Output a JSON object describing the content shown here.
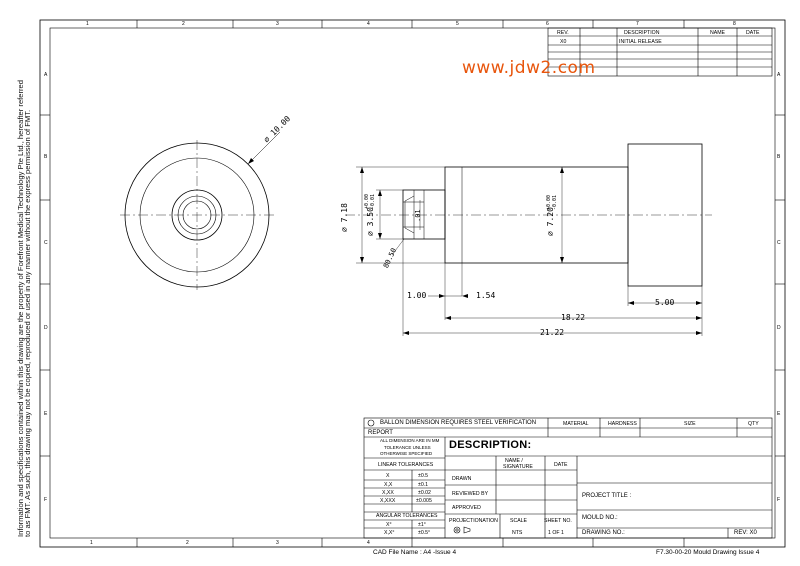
{
  "side_note": {
    "line1": "Information and specifications contained within this drawing are the property of Forefront Medical Technology Pte Ltd., hereafter referred",
    "line2": "to as FMT. As such, this drawing may not be copied, reproduced or used in any manner without the express permission of FMT."
  },
  "watermark": "www.jdw2.com",
  "grid": {
    "cols": [
      "1",
      "2",
      "3",
      "4",
      "5",
      "6",
      "7",
      "8"
    ],
    "rows": [
      "A",
      "B",
      "C",
      "D",
      "E",
      "F"
    ]
  },
  "revision_table": {
    "headers": [
      "REV.",
      "DESCRIPTION",
      "NAME",
      "DATE"
    ],
    "row": [
      "X0",
      "INITIAL RELEASE",
      "",
      ""
    ]
  },
  "dimensions": {
    "od_front": "∅ 10.00",
    "d718": "∅ 7.18",
    "d350": "∅ 3.50",
    "d350_tol_up": "+0.00",
    "d350_tol_dn": "-0.01",
    "d720": "∅ 7.20",
    "d720_tol_up": "+0.00",
    "d720_tol_dn": "-0.01",
    "r01": ".01",
    "angle": "80.50",
    "l100": "1.00",
    "l154": "1.54",
    "l500": "5.00",
    "l1822": "18.22",
    "l2122": "21.22"
  },
  "title_block": {
    "balloon": "BALLON   DIMENSION   REQUIRES   STEEL   VERIFICATION",
    "report": "REPORT",
    "material": "MATERIAL",
    "hardness": "HARDNESS",
    "size": "SIZE",
    "qty": "QTY",
    "note1": "ALL DIMENSION ARE IN MM",
    "note2": "TOLERANCE UNLESS",
    "note3": "OTHERWISE SPECIFIED",
    "description": "DESCRIPTION:",
    "linear_tol": "LINEAR TOLERANCES",
    "tol_rows": [
      {
        "k": "X",
        "v": "±0.5"
      },
      {
        "k": "X,X",
        "v": "±0.1"
      },
      {
        "k": "X,XX",
        "v": "±0.02"
      },
      {
        "k": "X,XXX",
        "v": "±0.005"
      }
    ],
    "angular_tol": "ANGULAR TOLERANCES",
    "ang_rows": [
      {
        "k": "X°",
        "v": "±1°"
      },
      {
        "k": "X,X°",
        "v": "±0.5°"
      }
    ],
    "name_sig": "NAME /",
    "name_sig2": "SIGNATURE",
    "date": "DATE",
    "drawn": "DRAWN",
    "reviewed": "REVIEWED BY",
    "approved": "APPROVED",
    "projection": "PROJECTIONATION",
    "scale": "SCALE",
    "sheet_no": "SHEET NO.",
    "scale_val": "NTS",
    "sheet_val": "1 OF 1",
    "project_title": "PROJECT  TITLE :",
    "mould_no": "MOULD      NO.:",
    "drawing_no": "DRAWING  NO.:",
    "rev": "REV:   X0"
  },
  "footer": {
    "cad": "CAD File Name : A4 -Issue 4",
    "form": "F7.30-00-20 Mould Drawing Issue 4"
  }
}
